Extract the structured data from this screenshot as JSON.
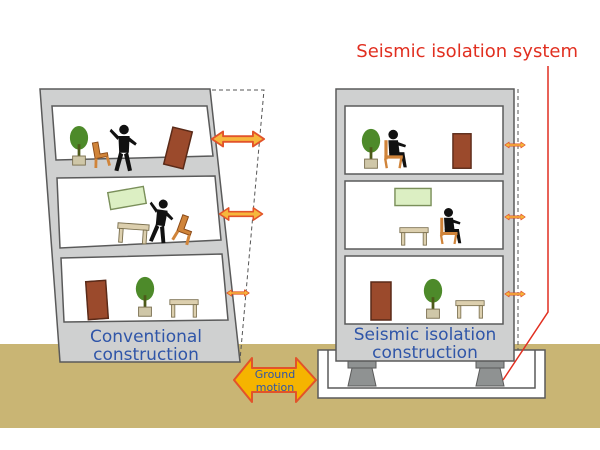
{
  "labels": {
    "isolation_system": "Seismic isolation system",
    "conventional_line1": "Conventional",
    "conventional_line2": "construction",
    "isolated_line1": "Seismic isolation",
    "isolated_line2": "construction",
    "ground_line1": "Ground",
    "ground_line2": "motion"
  },
  "colors": {
    "ground": "#c9b574",
    "building": "#cfd0d0",
    "building_outline": "#5a5a5a",
    "floor": "#ffffff",
    "label_text": "#2f55a8",
    "callout": "#e12f20",
    "vibration_arrow": "#e2532a",
    "ground_arrow": "#f5b400",
    "ground_arrow_outline": "#e2532a",
    "cabinet": "#9b4a2c",
    "picture": "#dcefc3",
    "desk": "#dccfae",
    "chair": "#d0843a",
    "tree": "#4d8a2a",
    "isolator": "#8f9292"
  },
  "icons": [
    "person-icon",
    "cabinet-icon",
    "chair-icon",
    "plant-icon",
    "desk-icon",
    "picture-frame-icon",
    "isolator-bearing-icon"
  ]
}
